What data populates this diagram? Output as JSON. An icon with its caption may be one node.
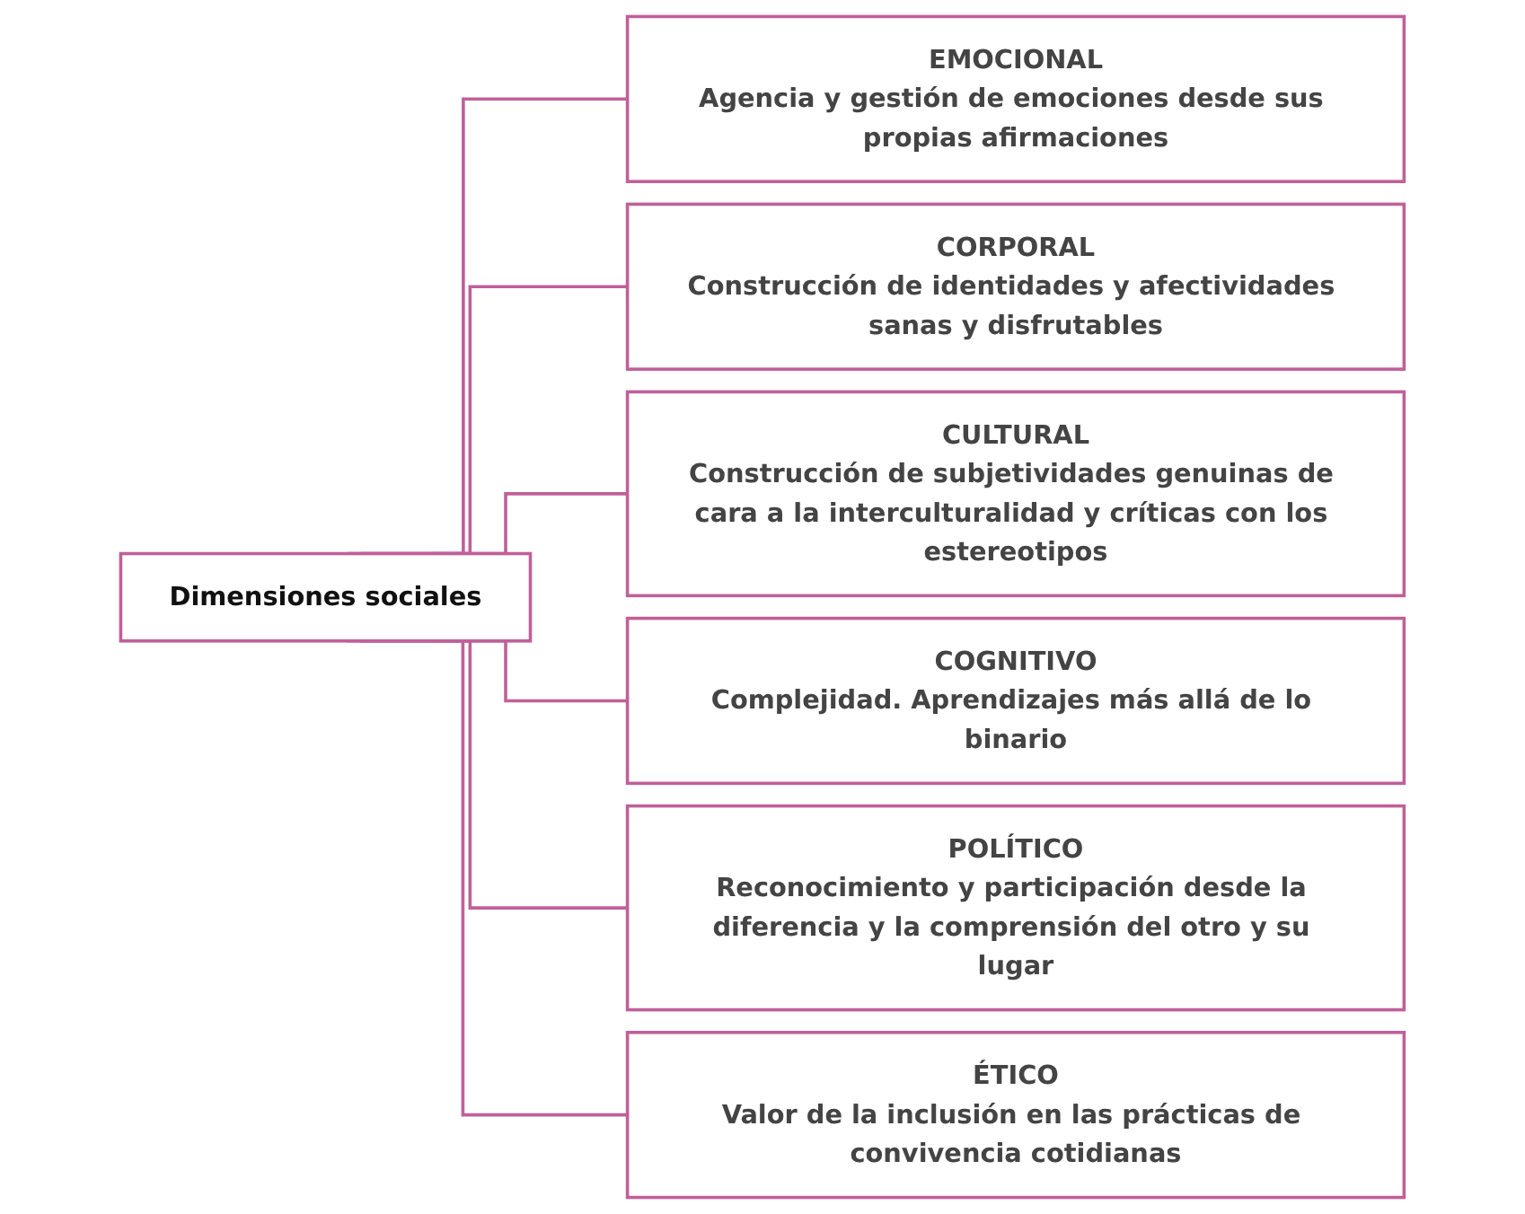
{
  "diagram": {
    "nodes": [
      {
        "text": [
          "Dimensiones sociales"
        ]
      },
      {
        "text": [
          "EMOCIONAL",
          "Agencia y gestión de emociones desde sus propias afirmaciones"
        ]
      },
      {
        "text": [
          "CORPORAL",
          "Construcción de identidades y afectividades sanas y disfrutables"
        ]
      },
      {
        "text": [
          "CULTURAL",
          "Construcción de subjetividades genuinas de cara a la interculturalidad y críticas con los estereotipos"
        ]
      },
      {
        "text": [
          "COGNITIVO",
          "Complejidad. Aprendizajes más allá de lo binario"
        ]
      },
      {
        "text": [
          "POLÍTICO",
          "Reconocimiento y participación desde la diferencia y la comprensión del otro y su lugar"
        ]
      },
      {
        "text": [
          "ÉTICO",
          "Valor de la inclusión en las prácticas de convivencia cotidianas"
        ]
      }
    ],
    "edges": [
      {
        "from": 0,
        "to": 1,
        "arrow": "none"
      },
      {
        "from": 0,
        "to": 2,
        "arrow": "none"
      },
      {
        "from": 0,
        "to": 3,
        "arrow": "none"
      },
      {
        "from": 0,
        "to": 4,
        "arrow": "none"
      },
      {
        "from": 0,
        "to": 5,
        "arrow": "none"
      },
      {
        "from": 0,
        "to": 6,
        "arrow": "none"
      }
    ]
  }
}
